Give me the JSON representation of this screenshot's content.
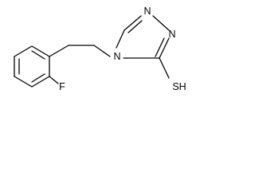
{
  "molecule": {
    "atoms": {
      "fluorine": "F",
      "ring_n1": "N",
      "ring_n2": "N",
      "ring_n4": "N",
      "thiol": "SH"
    }
  },
  "colors": {
    "bond": "#000000",
    "background": "#ffffff"
  }
}
